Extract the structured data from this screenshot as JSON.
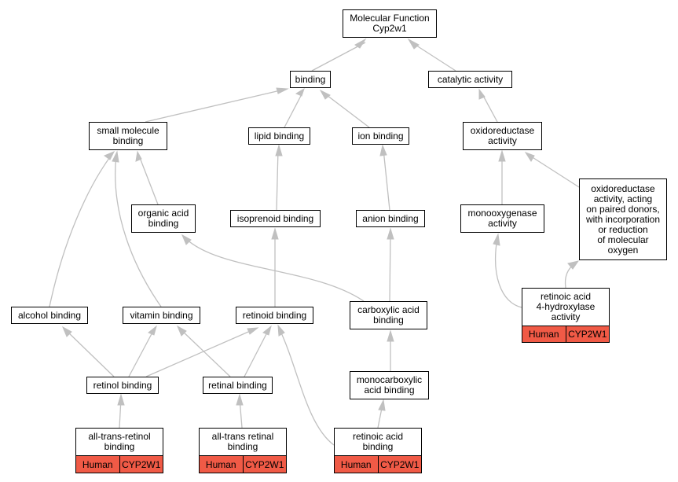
{
  "colors": {
    "edge": "#c0c0c0",
    "annotation": "#f05a46"
  },
  "nodes": {
    "root": "Molecular Function\nCyp2w1",
    "binding": "binding",
    "catalytic": "catalytic activity",
    "small_molecule": "small molecule\nbinding",
    "lipid": "lipid binding",
    "ion": "ion binding",
    "oxidoreductase": "oxidoreductase\nactivity",
    "organic_acid": "organic acid\nbinding",
    "isoprenoid": "isoprenoid binding",
    "anion": "anion binding",
    "monooxygenase": "monooxygenase\nactivity",
    "oxidoreductase_paired": "oxidoreductase\nactivity, acting\non paired donors,\nwith incorporation\nor reduction\nof molecular\noxygen",
    "alcohol": "alcohol binding",
    "vitamin": "vitamin binding",
    "retinoid": "retinoid binding",
    "carboxylic": "carboxylic acid\nbinding",
    "retinoic_hydroxylase": "retinoic acid\n4-hydroxylase\nactivity",
    "retinol": "retinol binding",
    "retinal": "retinal binding",
    "monocarboxylic": "monocarboxylic\nacid binding",
    "all_trans_retinol": "all-trans-retinol\nbinding",
    "all_trans_retinal": "all-trans retinal\nbinding",
    "retinoic_acid": "retinoic acid\nbinding"
  },
  "annotations": {
    "retinoic_hydroxylase": {
      "species": "Human",
      "gene": "CYP2W1"
    },
    "all_trans_retinol": {
      "species": "Human",
      "gene": "CYP2W1"
    },
    "all_trans_retinal": {
      "species": "Human",
      "gene": "CYP2W1"
    },
    "retinoic_acid": {
      "species": "Human",
      "gene": "CYP2W1"
    }
  }
}
